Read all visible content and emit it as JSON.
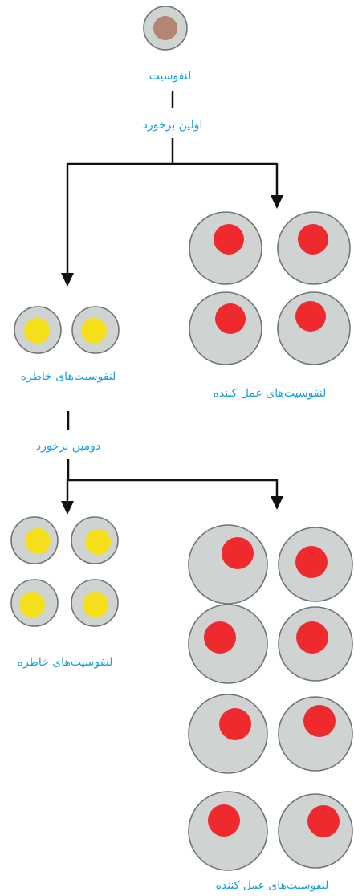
{
  "labels": {
    "lymphocyte": "لنفوسیت",
    "first_encounter": "اولین برخورد",
    "memory_top": "لنفوسیت‌های خاطره",
    "effector_top": "لنفوسیت‌های عمل کننده",
    "second_encounter": "دومین برخورد",
    "memory_bottom": "لنفوسیت‌های خاطره",
    "effector_bottom": "لنفوسیت‌های عمل کننده"
  },
  "colors": {
    "label_text": "#1aa0d8",
    "cell_body": "#cfd4d3",
    "cell_outline": "#6f7474",
    "naive_nucleus": "#b38573",
    "memory_nucleus": "#f5df1a",
    "effector_nucleus": "#ee2a2e",
    "connector": "#111111"
  }
}
